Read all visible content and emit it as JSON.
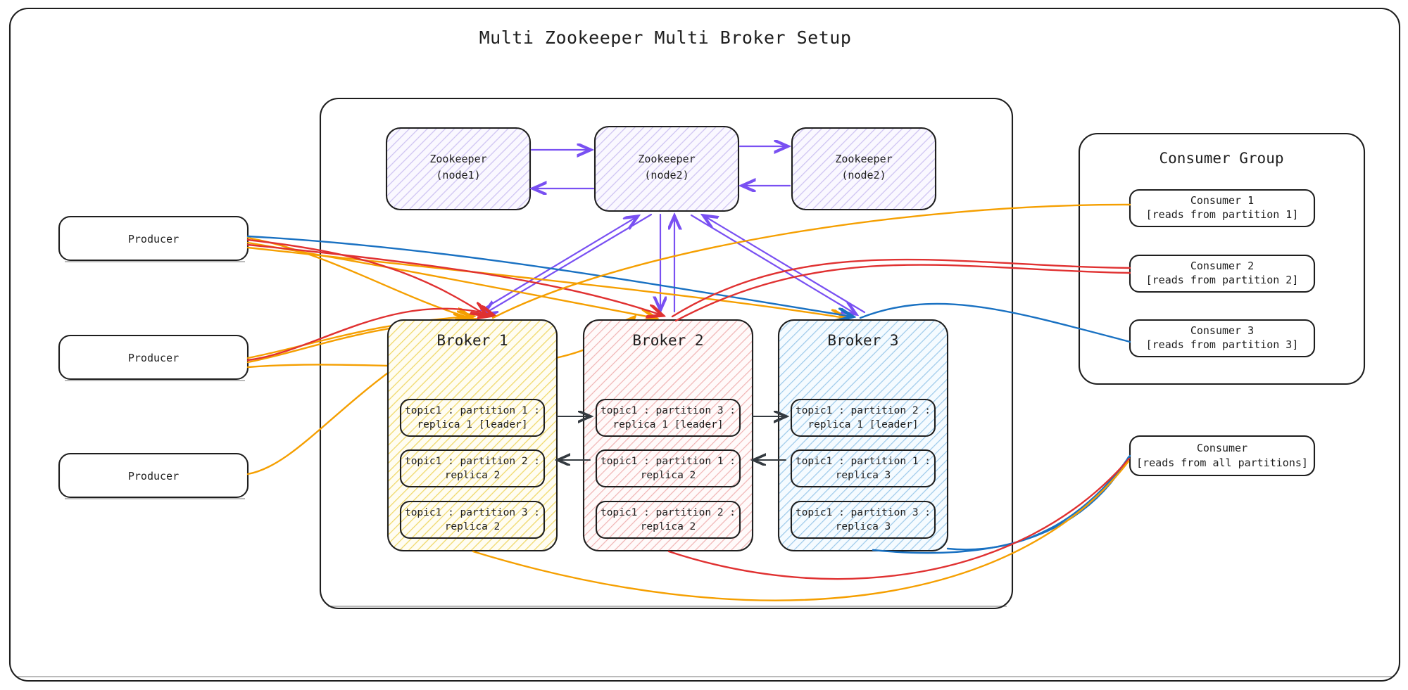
{
  "title": "Multi Zookeeper Multi Broker Setup",
  "colors": {
    "producer_orange": "#f59f00",
    "consumer_red": "#e03131",
    "consumer_blue": "#1971c2",
    "zookeeper_purple": "#7950f2",
    "broker1_fill": "#fff9db",
    "broker1_hatch": "#f0d96b",
    "broker2_fill": "#fff5f5",
    "broker2_hatch": "#f0a6a6",
    "broker3_fill": "#e7f5ff",
    "broker3_hatch": "#8fc4ec",
    "zookeeper_fill": "#f3f0ff",
    "zookeeper_hatch": "#c3b7f0",
    "stroke": "#1e1e1e",
    "arrow_black": "#343a40"
  },
  "producers": [
    {
      "label": "Producer"
    },
    {
      "label": "Producer"
    },
    {
      "label": "Producer"
    }
  ],
  "zookeepers": [
    {
      "name": "Zookeeper",
      "node": "(node1)"
    },
    {
      "name": "Zookeeper",
      "node": "(node2)"
    },
    {
      "name": "Zookeeper",
      "node": "(node2)"
    }
  ],
  "brokers": [
    {
      "title": "Broker 1",
      "partitions": [
        {
          "line1": "topic1 : partition 1 :",
          "line2": "replica 1 [leader]"
        },
        {
          "line1": "topic1 : partition 2 :",
          "line2": "replica 2"
        },
        {
          "line1": "topic1 : partition 3 :",
          "line2": "replica 2"
        }
      ]
    },
    {
      "title": "Broker 2",
      "partitions": [
        {
          "line1": "topic1 : partition 3 :",
          "line2": "replica 1 [leader]"
        },
        {
          "line1": "topic1 : partition 1 :",
          "line2": "replica 2"
        },
        {
          "line1": "topic1 : partition 2 :",
          "line2": "replica 2"
        }
      ]
    },
    {
      "title": "Broker 3",
      "partitions": [
        {
          "line1": "topic1 : partition 2 :",
          "line2": "replica 1 [leader]"
        },
        {
          "line1": "topic1 : partition 1 :",
          "line2": "replica 3"
        },
        {
          "line1": "topic1 : partition 3 :",
          "line2": "replica 3"
        }
      ]
    }
  ],
  "consumer_group": {
    "title": "Consumer Group",
    "consumers": [
      {
        "line1": "Consumer 1",
        "line2": "[reads from partition 1]"
      },
      {
        "line1": "Consumer 2",
        "line2": "[reads from partition 2]"
      },
      {
        "line1": "Consumer 3",
        "line2": "[reads from partition 3]"
      }
    ]
  },
  "standalone_consumer": {
    "line1": "Consumer",
    "line2": "[reads from all partitions]"
  }
}
